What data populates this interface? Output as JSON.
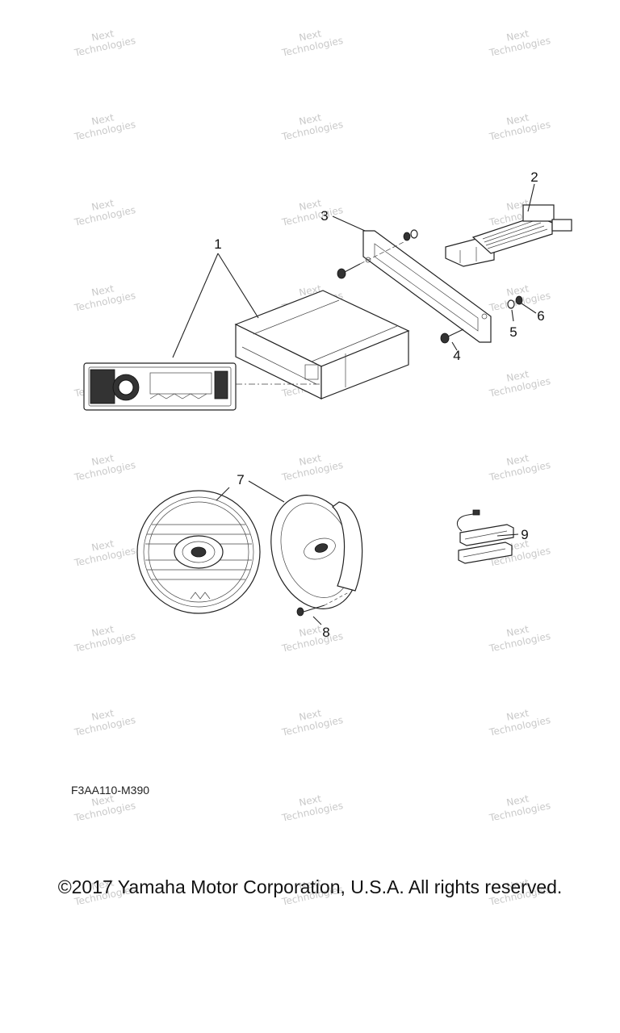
{
  "callouts": {
    "c1": "1",
    "c2": "2",
    "c3": "3",
    "c4": "4",
    "c5": "5",
    "c6": "6",
    "c7": "7",
    "c8": "8",
    "c9": "9"
  },
  "watermark": {
    "line1": "Next",
    "line2": "Technologies"
  },
  "figure_code": "F3AA110-M390",
  "copyright": "©2017 Yamaha Motor Corporation, U.S.A. All rights reserved."
}
